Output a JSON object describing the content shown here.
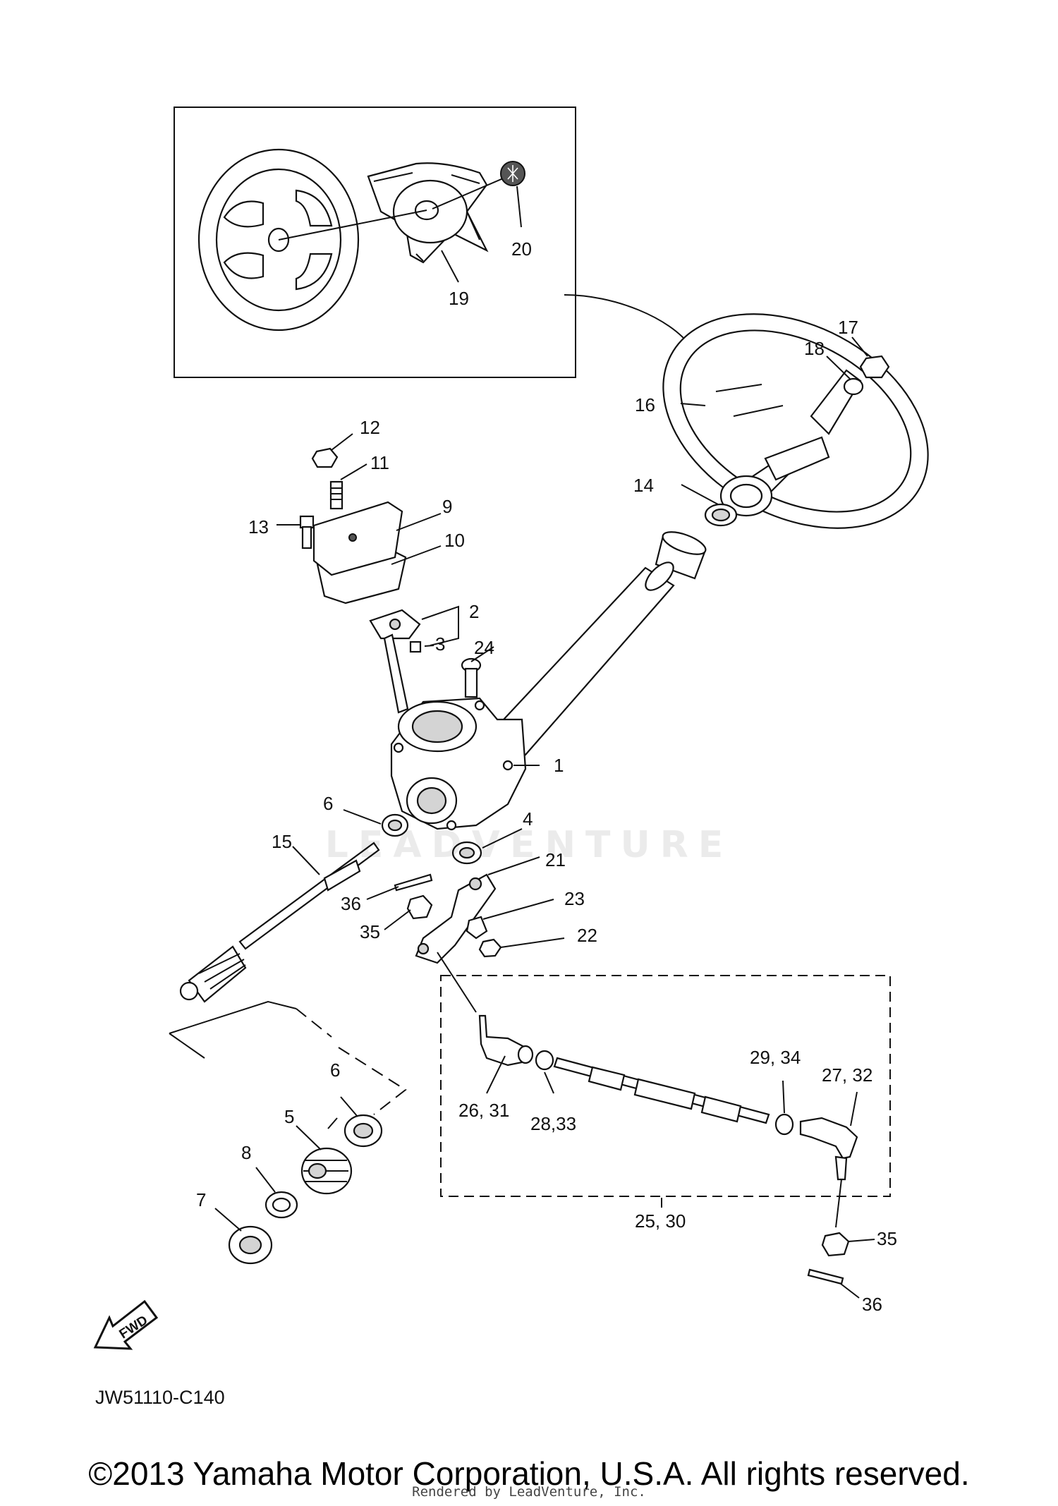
{
  "diagram": {
    "part_code": "JW51110-C140",
    "fwd_label": "FWD",
    "watermark": "LEADVENTURE",
    "copyright": "©2013 Yamaha Motor Corporation, U.S.A. All rights reserved.",
    "rendered_by": "Rendered by LeadVenture, Inc.",
    "callouts": {
      "c1": "1",
      "c2": "2",
      "c3": "3",
      "c4": "4",
      "c5": "5",
      "c6a": "6",
      "c6b": "6",
      "c7": "7",
      "c8": "8",
      "c9": "9",
      "c10": "10",
      "c11": "11",
      "c12": "12",
      "c13": "13",
      "c14": "14",
      "c15": "15",
      "c16": "16",
      "c17": "17",
      "c18": "18",
      "c19": "19",
      "c20": "20",
      "c21": "21",
      "c22": "22",
      "c23": "23",
      "c24": "24",
      "c25": "25, 30",
      "c26": "26, 31",
      "c27": "27, 32",
      "c28": "28,33",
      "c29": "29, 34",
      "c35a": "35",
      "c35b": "35",
      "c36a": "36",
      "c36b": "36"
    }
  }
}
